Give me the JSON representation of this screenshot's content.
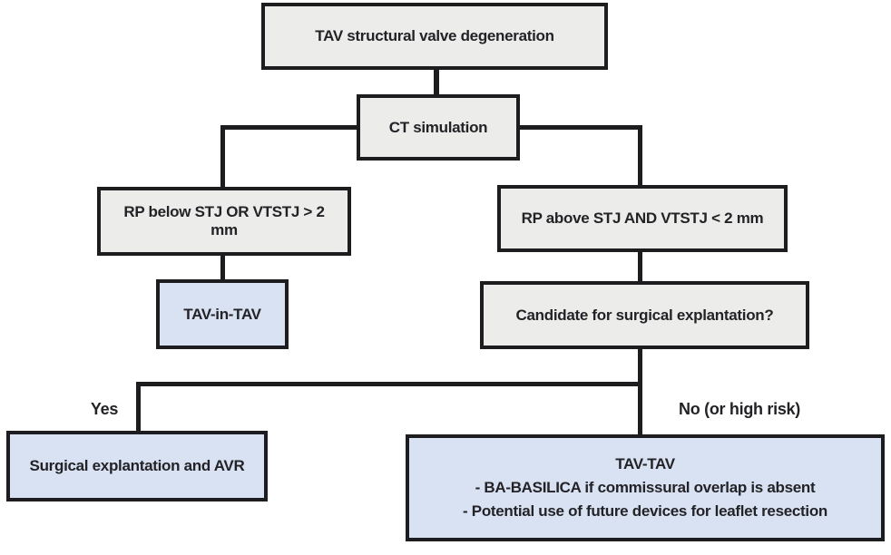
{
  "flowchart": {
    "nodes": {
      "root": {
        "label": "TAV structural valve degeneration"
      },
      "ct": {
        "label": "CT simulation"
      },
      "left_condition": {
        "label": "RP below STJ OR VTSTJ > 2 mm"
      },
      "tav_in_tav": {
        "label": "TAV-in-TAV"
      },
      "right_condition": {
        "label": "RP above STJ AND VTSTJ < 2 mm"
      },
      "candidate": {
        "label": "Candidate for surgical explantation?"
      },
      "surgical": {
        "label": "Surgical explantation and AVR"
      },
      "tav_tav": {
        "title": "TAV-TAV",
        "bullet1": "- BA-BASILICA if commissural overlap is absent",
        "bullet2": "- Potential use of future devices for leaflet resection"
      }
    },
    "edge_labels": {
      "yes": "Yes",
      "no": "No (or high risk)"
    },
    "colors": {
      "box_gray": "#ececeb",
      "box_blue": "#d9e2f2",
      "line": "#1d1d20",
      "text": "#232327",
      "background": "#ffffff"
    }
  }
}
